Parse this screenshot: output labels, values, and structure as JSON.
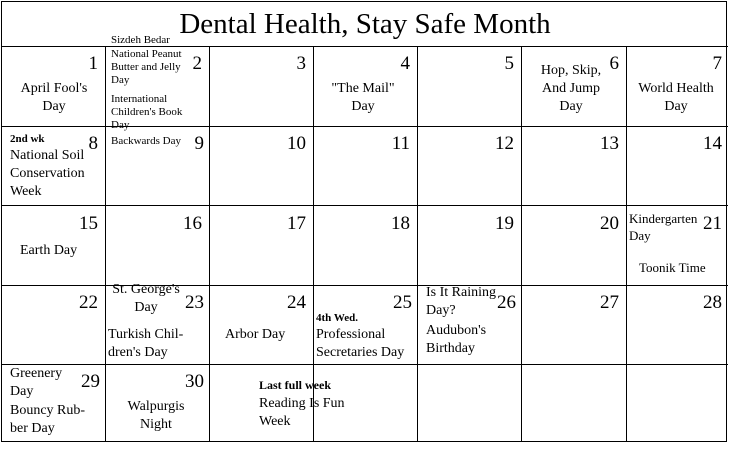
{
  "title": "Dental Health, Stay Safe Month",
  "days": [
    "1",
    "2",
    "3",
    "4",
    "5",
    "6",
    "7",
    "8",
    "9",
    "10",
    "11",
    "12",
    "13",
    "14",
    "15",
    "16",
    "17",
    "18",
    "19",
    "20",
    "21",
    "22",
    "23",
    "24",
    "25",
    "26",
    "27",
    "28",
    "29",
    "30"
  ],
  "events": {
    "d1": "April Fool's Day",
    "d2a": "Sizdeh Bedar",
    "d2b": "National Peanut Butter and Jelly Day",
    "d2c": "International Children's Book Day",
    "d4": "\"The Mail\" Day",
    "d6": "Hop, Skip, And Jump Day",
    "d7": "World Health Day",
    "d8tag": "2nd wk",
    "d8": "National Soil Conservation Week",
    "d9": "Backwards Day",
    "d15": "Earth Day",
    "d21a": "Kindergarten Day",
    "d21b": "Toonik Time",
    "d23a": "St. George's Day",
    "d23b": "Turkish Chil- dren's Day",
    "d24": "Arbor Day",
    "d25tag": "4th Wed.",
    "d25": "Professional Secretaries Day",
    "d26a": "Is It Raining Day?",
    "d26b": "Audubon's Birthday",
    "d29a": "Greenery Day",
    "d29b": "Bouncy Rub- ber Day",
    "d30": "Walpurgis Night",
    "lastweektag": "Last full week",
    "lastweek": "Reading Is Fun Week"
  }
}
